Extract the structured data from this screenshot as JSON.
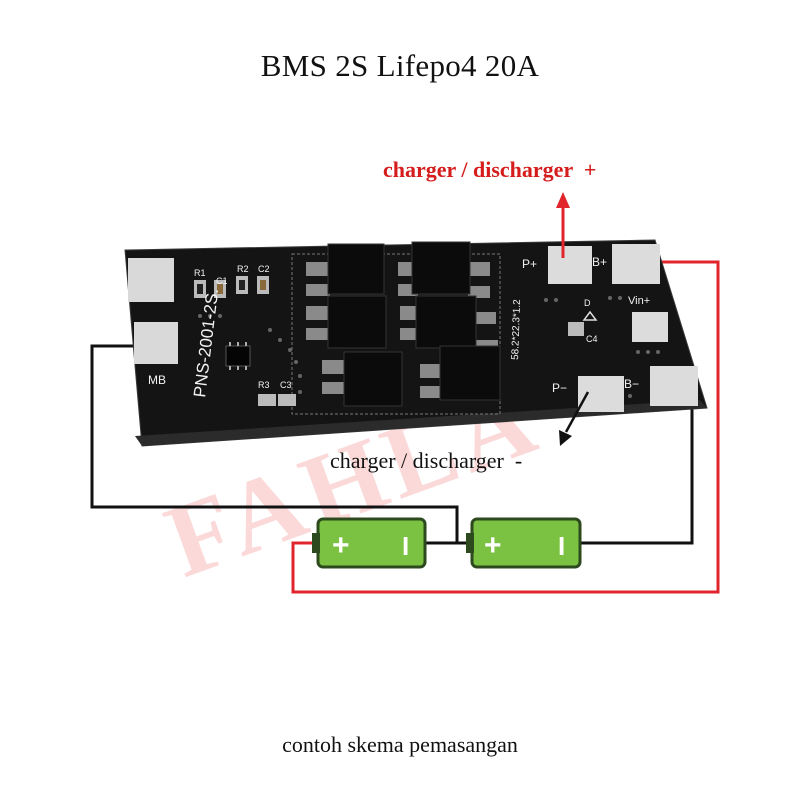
{
  "title": "BMS 2S Lifepo4 20A",
  "labels": {
    "charge_plus": "charger / discharger  +",
    "charge_minus": "charger / discharger  -"
  },
  "board": {
    "model": "PNS-2001-2S.",
    "size": "58.2*22.3*1.2",
    "pad_labels": {
      "mb": "MB",
      "p_plus": "P+",
      "b_plus": "B+",
      "vin_plus": "Vin+",
      "p_minus": "P−",
      "b_minus": "B−"
    },
    "components": {
      "r1": "R1",
      "c1": "C1",
      "r2": "R2",
      "c2": "C2",
      "r3": "R3",
      "c3": "C3",
      "c4": "C4",
      "d": "D"
    }
  },
  "batteries": [
    {
      "plus": "+",
      "minus": "I"
    },
    {
      "plus": "+",
      "minus": "I"
    }
  ],
  "watermark": "FAHLA",
  "caption": "contoh skema pemasangan",
  "colors": {
    "positive_wire": "#e0262c",
    "negative_wire": "#111111",
    "battery": "#7cc242",
    "board": "#141414"
  }
}
